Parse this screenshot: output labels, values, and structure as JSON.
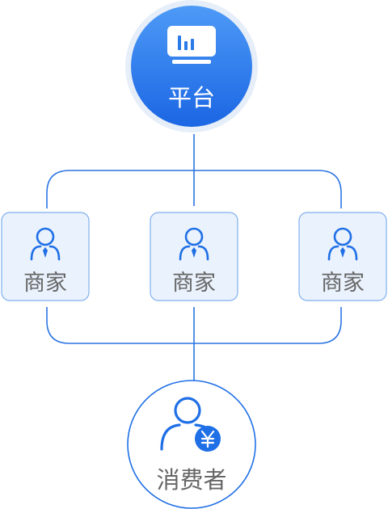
{
  "platform": {
    "label": "平台",
    "icon": "monitor-chart-icon"
  },
  "merchants": [
    {
      "label": "商家",
      "icon": "merchant-person-icon"
    },
    {
      "label": "商家",
      "icon": "merchant-person-icon"
    },
    {
      "label": "商家",
      "icon": "merchant-person-icon"
    }
  ],
  "consumer": {
    "label": "消费者",
    "icon": "consumer-yen-icon"
  },
  "colors": {
    "primary": "#1f6fe6",
    "primary_light": "#4a90f5",
    "platform_halo": "#e6eef9",
    "merchant_fill": "#eaf2fd",
    "merchant_border": "#7fb0ee",
    "label_gray": "#666666",
    "line": "#2b74e2"
  }
}
